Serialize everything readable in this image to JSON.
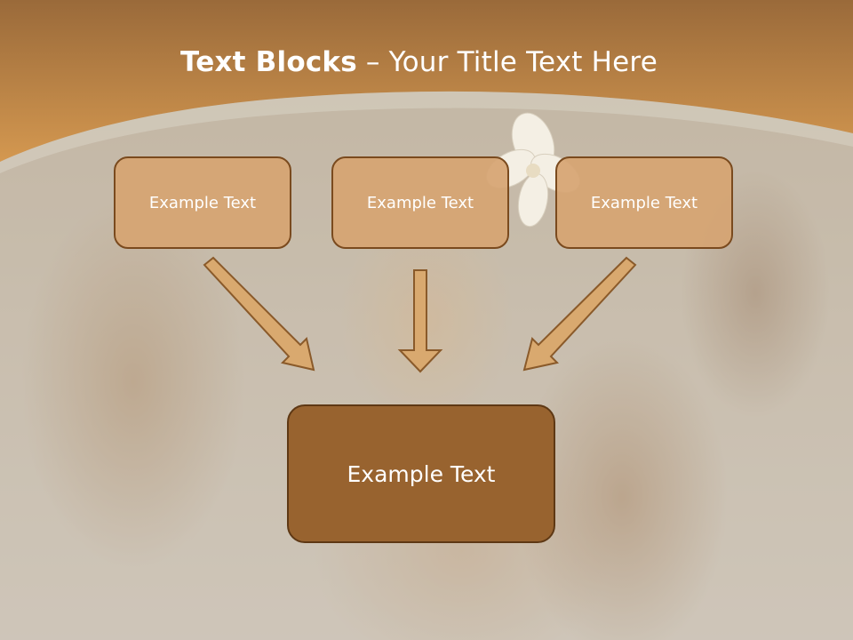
{
  "title": {
    "bold": "Text Blocks",
    "dash": "–",
    "rest": "Your Title Text Here"
  },
  "blocks": {
    "left": "Example Text",
    "center": "Example Text",
    "right": "Example Text",
    "main": "Example Text"
  },
  "colors": {
    "header": "#c98f4f",
    "box_fill": "#d6a472",
    "box_border": "#7a4a1e",
    "main_fill": "#98632f",
    "arrow_fill": "#d9a96f",
    "arrow_stroke": "#8a5a2a"
  }
}
